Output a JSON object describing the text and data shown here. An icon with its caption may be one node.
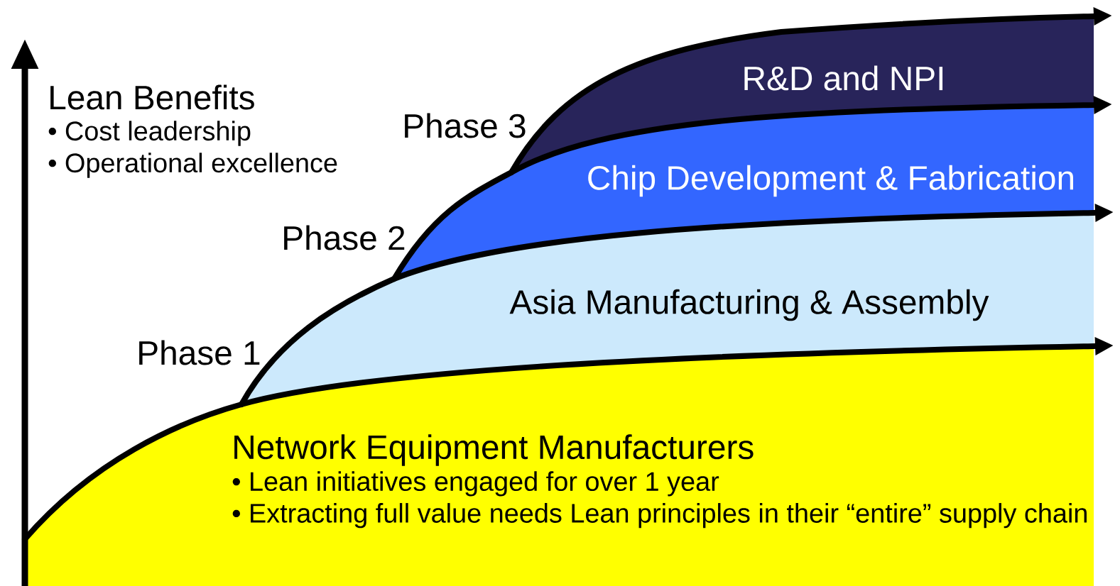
{
  "diagram": {
    "nodes": [
      {
        "text": [
          "R&D and NPI"
        ]
      },
      {
        "text": [
          "Chip Development & Fabrication"
        ]
      },
      {
        "text": [
          "Asia Manufacturing & Assembly"
        ]
      },
      {
        "text": [
          "Network Equipment Manufacturers",
          "• Lean initiatives engaged for over 1 year",
          "• Extracting full value needs Lean principles in their “entire” supply chain"
        ]
      }
    ],
    "labels": [
      "Lean Benefits",
      "• Cost leadership",
      "• Operational excellence",
      "Phase 3",
      "Phase 2",
      "Phase 1"
    ]
  }
}
